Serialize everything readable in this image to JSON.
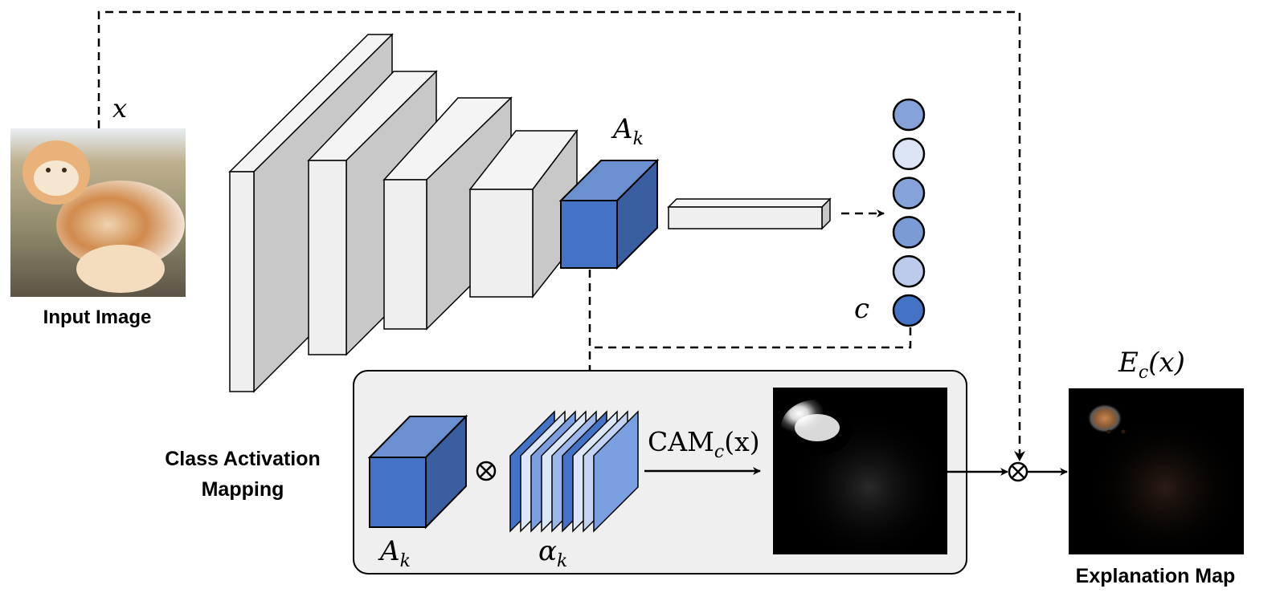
{
  "title": "Class Activation Mapping explanation pipeline",
  "labels": {
    "input_var": "x",
    "input_image": "Input Image",
    "feature_map": "A",
    "feature_map_sub": "k",
    "class_node": "c",
    "cam_section": [
      "Class Activation",
      "Mapping"
    ],
    "cam_feature_map": "A",
    "cam_feature_map_sub": "k",
    "weights": "α",
    "weights_sub": "k",
    "cam_op": "CAM",
    "cam_op_sub": "c",
    "cam_op_arg": "(x)",
    "explanation_var": "E",
    "explanation_sub": "c",
    "explanation_arg": "(x)",
    "explanation_map": "Explanation Map",
    "multiply_symbol": "⊗"
  },
  "colors": {
    "layer_front": "#efefef",
    "layer_side": "#c8c8c8",
    "layer_top": "#f4f4f4",
    "block_front": "#4472c4",
    "block_top": "#6a90d0",
    "block_side": "#3a5fa0",
    "cam_panel": "#efefef",
    "stroke": "#000000"
  },
  "output_nodes": [
    {
      "fill": "#86a3d9"
    },
    {
      "fill": "#dce5f5"
    },
    {
      "fill": "#86a3d9"
    },
    {
      "fill": "#7b9bd6"
    },
    {
      "fill": "#bccbeb"
    },
    {
      "fill": "#4472c4"
    }
  ],
  "weight_slices": [
    {
      "fill": "#4472c4"
    },
    {
      "fill": "#dce7f8"
    },
    {
      "fill": "#7b9fe0"
    },
    {
      "fill": "#dce7f8"
    },
    {
      "fill": "#9bb6e8"
    },
    {
      "fill": "#4472c4"
    },
    {
      "fill": "#dce7f8"
    },
    {
      "fill": "#c3d4f2"
    },
    {
      "fill": "#7ba0e2"
    }
  ]
}
